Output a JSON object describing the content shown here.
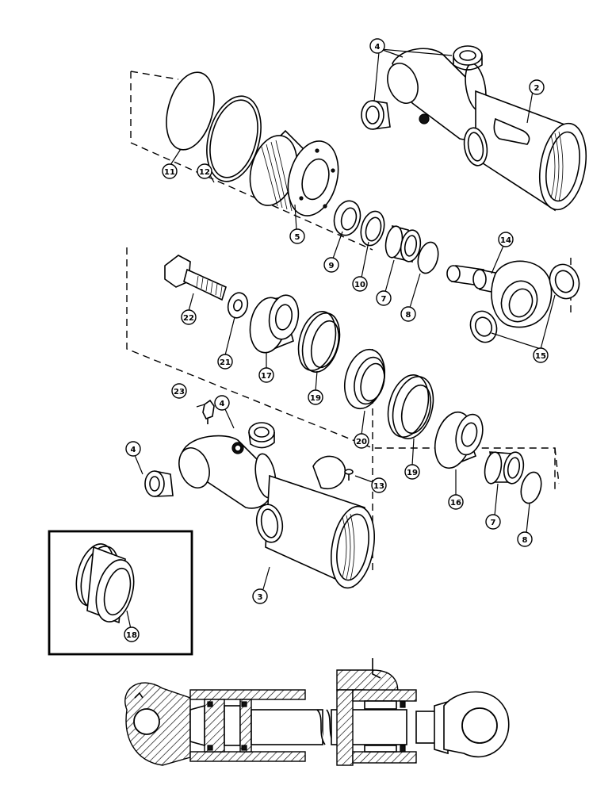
{
  "callouts": [
    {
      "id": "c2",
      "label": "2"
    },
    {
      "id": "c3",
      "label": "3"
    },
    {
      "id": "c4a",
      "label": "4"
    },
    {
      "id": "c4b",
      "label": "4"
    },
    {
      "id": "c4c",
      "label": "4"
    },
    {
      "id": "c5",
      "label": "5"
    },
    {
      "id": "c7a",
      "label": "7"
    },
    {
      "id": "c7b",
      "label": "7"
    },
    {
      "id": "c8a",
      "label": "8"
    },
    {
      "id": "c8b",
      "label": "8"
    },
    {
      "id": "c9",
      "label": "9"
    },
    {
      "id": "c10",
      "label": "10"
    },
    {
      "id": "c11",
      "label": "11"
    },
    {
      "id": "c12",
      "label": "12"
    },
    {
      "id": "c13",
      "label": "13"
    },
    {
      "id": "c14",
      "label": "14"
    },
    {
      "id": "c15",
      "label": "15"
    },
    {
      "id": "c16",
      "label": "16"
    },
    {
      "id": "c17",
      "label": "17"
    },
    {
      "id": "c18",
      "label": "18"
    },
    {
      "id": "c19a",
      "label": "19"
    },
    {
      "id": "c19b",
      "label": "19"
    },
    {
      "id": "c20",
      "label": "20"
    },
    {
      "id": "c21",
      "label": "21"
    },
    {
      "id": "c22",
      "label": "22"
    },
    {
      "id": "c23",
      "label": "23"
    }
  ]
}
